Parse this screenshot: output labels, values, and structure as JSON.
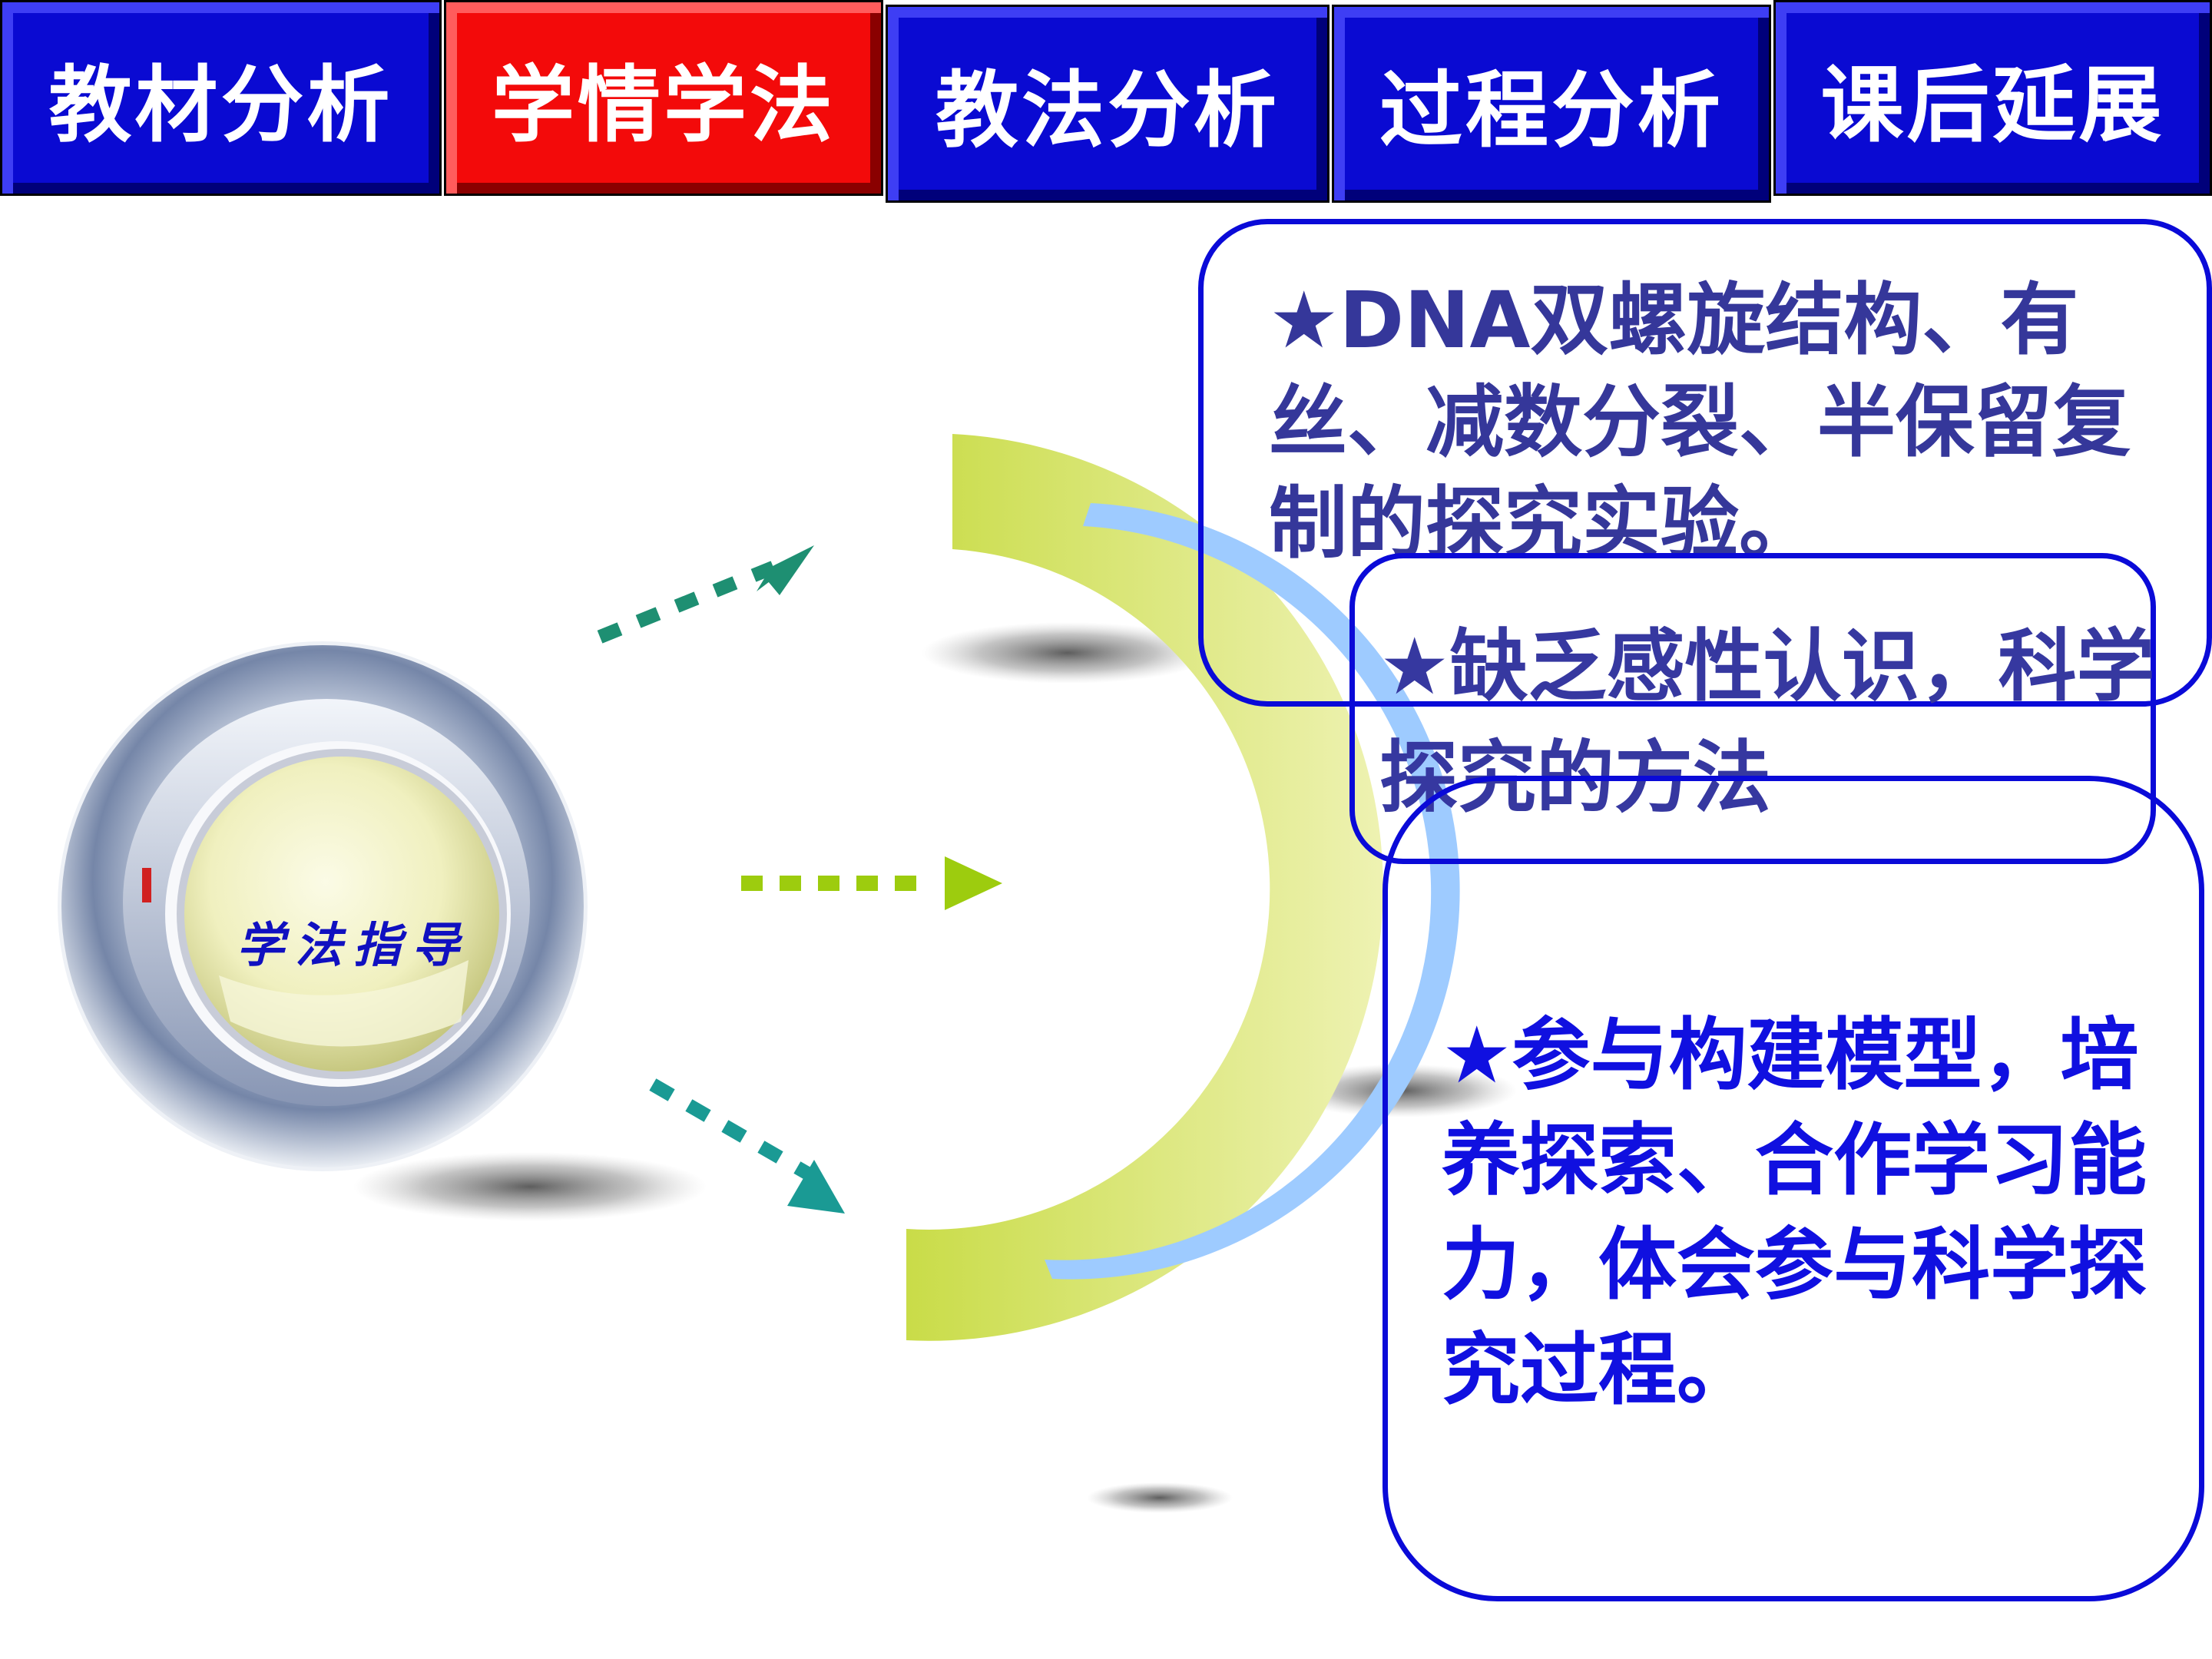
{
  "nav": {
    "tabs": [
      {
        "label": "教材分析"
      },
      {
        "label": "学情学法"
      },
      {
        "label": "教法分析"
      },
      {
        "label": "过程分析"
      },
      {
        "label": "课后延展"
      }
    ],
    "active_index": 1
  },
  "colors": {
    "tab_blue": "#0a0ad2",
    "tab_active_red": "#f30a0a",
    "box_border": "#0a0ad8",
    "text_navy": "#35379a",
    "text_blue": "#1010e0",
    "arc_green": "#cfdf5a",
    "arc_blue": "#9ecbff",
    "arrow_teal": "#1e8f72",
    "arrow_lime": "#9dcc0e"
  },
  "hub": {
    "label": "学法指导"
  },
  "boxes": {
    "box1": "★DNA双螺旋结构、有丝、减数分裂、半保留复制的探究实验。",
    "box2": "★缺乏感性认识，科学探究的方法",
    "box3": "★参与构建模型，培养探索、合作学习能力，体会参与科学探究过程。"
  },
  "icons": {
    "arrow": "dotted-arrow-icon",
    "hub": "magnifier-lens-icon"
  }
}
